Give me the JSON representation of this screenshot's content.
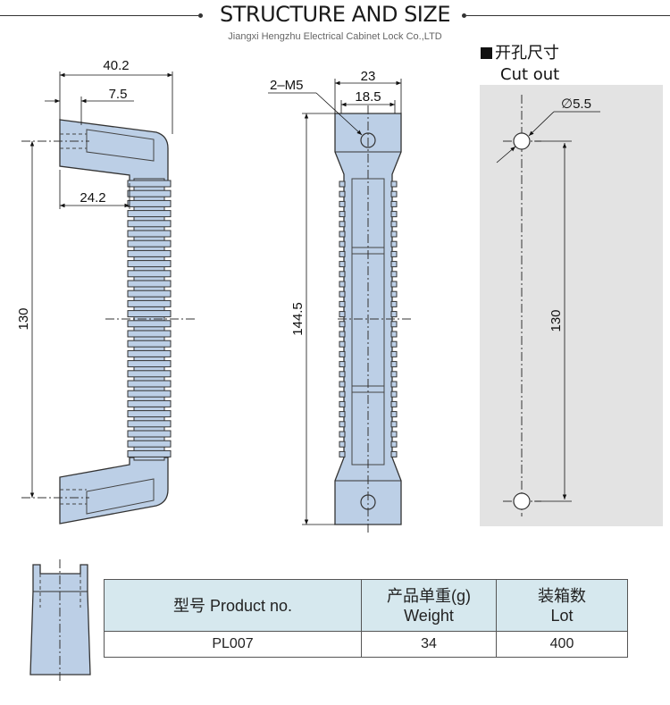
{
  "header": {
    "title": "STRUCTURE AND SIZE",
    "subtitle": "Jiangxi Hengzhu Electrical Cabinet Lock Co.,LTD"
  },
  "side_view": {
    "dim_top_width": "40.2",
    "dim_inner": "7.5",
    "dim_neck": "24.2",
    "dim_height": "130"
  },
  "front_view": {
    "dim_thread": "2–M5",
    "dim_width": "23",
    "dim_inner": "18.5",
    "dim_height": "144.5"
  },
  "cutout": {
    "label_cn": "开孔尺寸",
    "label_en": "Cut out",
    "dim_hole": "∅5.5",
    "dim_spacing": "130"
  },
  "spec_table": {
    "headers": [
      {
        "cn": "型号",
        "en": "Product no."
      },
      {
        "cn": "产品单重(g)",
        "en": "Weight"
      },
      {
        "cn": "装箱数",
        "en": "Lot"
      }
    ],
    "row": [
      "PL007",
      "34",
      "400"
    ]
  },
  "colors": {
    "part_fill": "#bccfe6",
    "part_stroke": "#333333",
    "cutout_panel": "#e3e3e3",
    "table_header": "#d6e8ee"
  }
}
